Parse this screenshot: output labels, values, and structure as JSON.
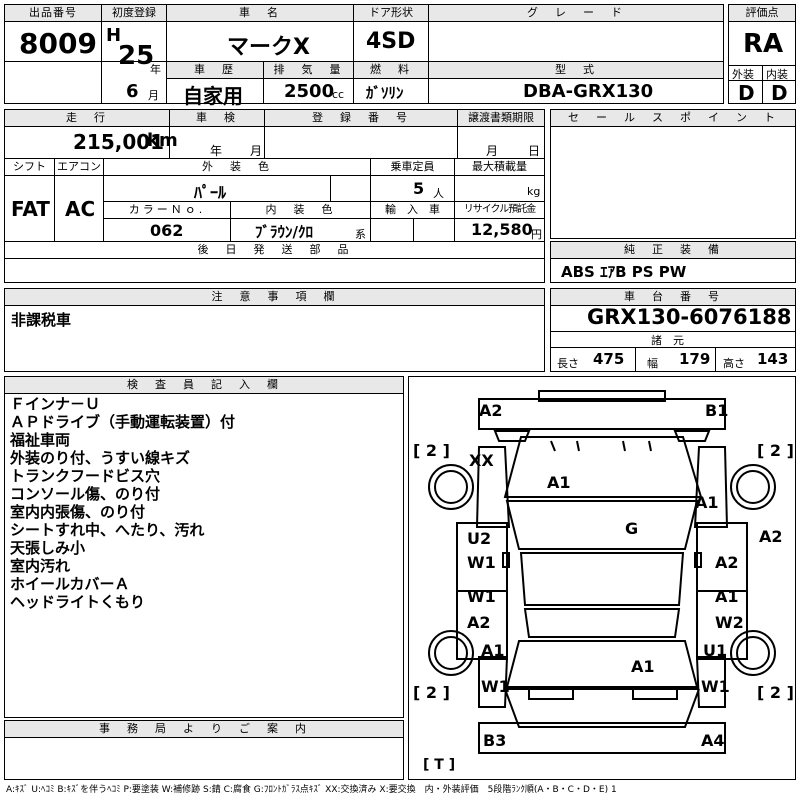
{
  "header": {
    "lot_label": "出品番号",
    "lot_no": "8009",
    "first_reg_label": "初度登録",
    "era": "H",
    "year_value": "25",
    "year_unit": "年",
    "month_value": "6",
    "month_unit": "月",
    "name_label": "車　名",
    "name": "マークX",
    "door_label": "ドア形状",
    "door": "4SD",
    "grade_label": "グ　レ　ー　ド",
    "grade": "",
    "score_label": "評価点",
    "score": "RA",
    "history_label": "車　歴",
    "history": "自家用",
    "displacement_label": "排　気　量",
    "displacement": "2500",
    "displacement_unit": "cc",
    "fuel_label": "燃　料",
    "fuel": "ｶﾞｿﾘﾝ",
    "model_label": "型　式",
    "model": "DBA-GRX130",
    "ext_label": "外装",
    "ext": "D",
    "int_label": "内装",
    "int": "D"
  },
  "row2": {
    "mileage_label": "走　行",
    "mileage": "215,001",
    "mileage_unit": "km",
    "inspection_label": "車　検",
    "insp_year_unit": "年",
    "insp_month_unit": "月",
    "regno_label": "登　録　番　号",
    "transfer_label": "譲渡書類期限",
    "transfer_month_unit": "月",
    "transfer_day_unit": "日",
    "shift_label": "シフト",
    "shift": "FAT",
    "ac_label": "エアコン",
    "ac": "AC",
    "color_label": "外　装　色",
    "color": "ﾊﾟｰﾙ",
    "capacity_label": "乗車定員",
    "capacity": "5",
    "capacity_unit": "人",
    "load_label": "最大積載量",
    "load_unit": "kg",
    "colorno_label": "カラーＮｏ.",
    "colorno": "062",
    "interior_label": "内　装　色",
    "interior": "ﾌﾞﾗｳﾝ/ｸﾛ",
    "interior_unit": "系",
    "import_label": "輸　入　車",
    "recycle_label": "リサイクル預託金",
    "recycle": "12,580",
    "recycle_unit": "円",
    "later_label": "後　日　発　送　部　品"
  },
  "sales": {
    "label": "セ　ー　ル　ス　ポ　イ　ン　ト"
  },
  "equipment": {
    "label": "純　正　装　備",
    "value": "ABS ｴｱB PS PW"
  },
  "caution": {
    "label": "注　意　事　項　欄",
    "value": "非課税車"
  },
  "chassis": {
    "label": "車　台　番　号",
    "value": "GRX130-6076188",
    "dims_label": "諸　元",
    "length_label": "長さ",
    "length": "475",
    "width_label": "幅",
    "width": "179",
    "height_label": "高さ",
    "height": "143"
  },
  "inspector": {
    "label": "検　査　員　記　入　欄",
    "notes": [
      "Ｆインナ－Ｕ",
      "ＡＰドライブ（手動運転装置）付",
      "福祉車両",
      "外装のり付、うすい線キズ",
      "トランクフードビス穴",
      "コンソール傷、のり付",
      "室内内張傷、のり付",
      "シートすれ中、へたり、汚れ",
      "天張しみ小",
      "室内汚れ",
      "ホイールカバーＡ",
      "ヘッドライトくもり"
    ]
  },
  "office": {
    "label": "事　務　局　よ　り　ご　案　内"
  },
  "diagram": {
    "marks": {
      "a2_front_left": "A2",
      "b1_front_right": "B1",
      "tire_fl": "[ 2 ]",
      "tire_fr": "[ 2 ]",
      "tire_rl": "[ 2 ]",
      "tire_rr": "[ 2 ]",
      "xx": "XX",
      "a1_hood": "A1",
      "a1_right_fender": "A1",
      "a2_right_edge": "A2",
      "g_windshield": "G",
      "u2": "U2",
      "w1_left_front_door": "W1",
      "a2_right_front_door": "A2",
      "w1_left_rear_door": "W1",
      "a2_left_rear_door": "A2",
      "a1_right_rear_door": "A1",
      "w2": "W2",
      "a1_left_quarter": "A1",
      "a1_trunk": "A1",
      "u1": "U1",
      "w1_left_rear": "W1",
      "w1_right_rear": "W1",
      "b3": "B3",
      "a4": "A4",
      "t_mark": "[ T ]"
    }
  },
  "legend": "A:ｷｽﾞ U:ﾍｺﾐ B:ｷｽﾞを伴うﾍｺﾐ P:要塗装 W:補修跡 S:錆 C:腐食 G:ﾌﾛﾝﾄｶﾞﾗｽ点ｷｽﾞ XX:交換済み X:要交換　内・外装評価　5段階ﾗﾝｸ順(A・B・C・D・E) 1"
}
